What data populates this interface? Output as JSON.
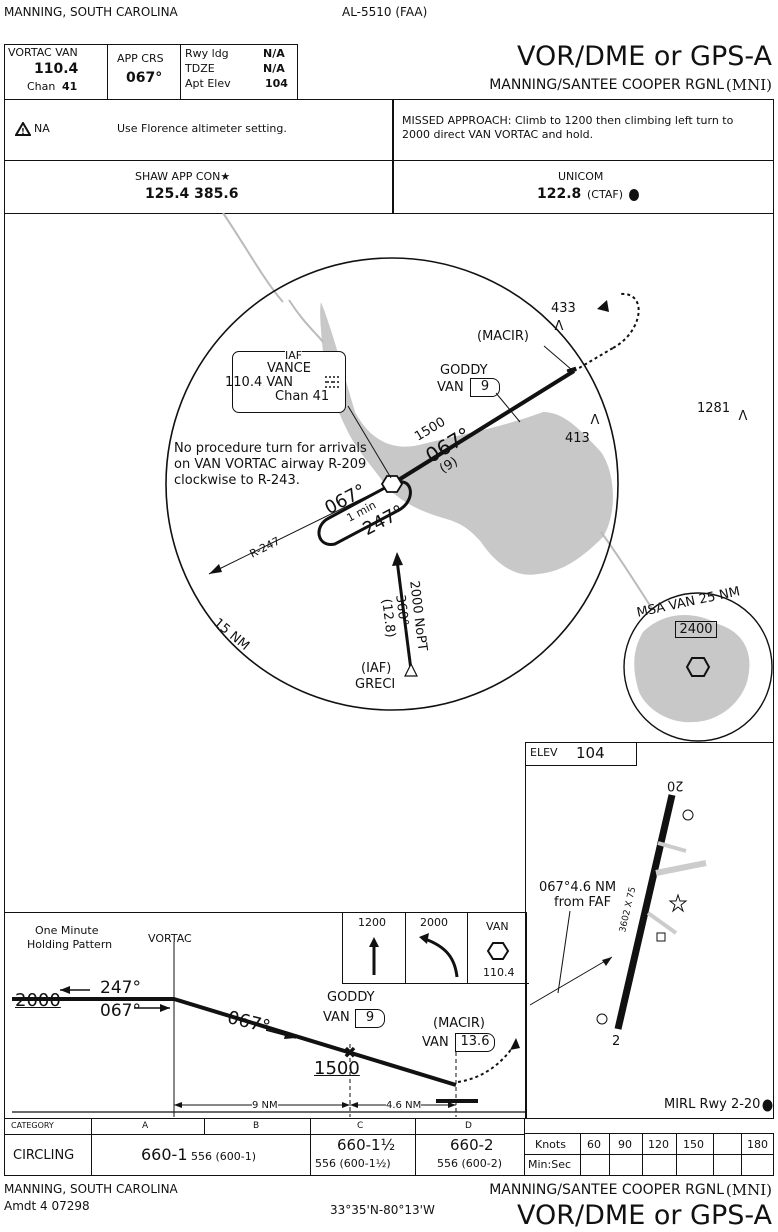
{
  "header": {
    "location": "MANNING, SOUTH CAROLINA",
    "chart_id": "AL-5510 (FAA)",
    "title": "VOR/DME or GPS-A",
    "airport": "MANNING/SANTEE COOPER RGNL",
    "airport_id": "(MNI)"
  },
  "briefing": {
    "navaid_label": "VORTAC  VAN",
    "navaid_freq": "110.4",
    "chan_label": "Chan",
    "chan_value": "41",
    "app_crs_label": "APP CRS",
    "app_crs_value": "067°",
    "rwy_ldg_label": "Rwy ldg",
    "rwy_ldg_value": "N/A",
    "tdze_label": "TDZE",
    "tdze_value": "N/A",
    "apt_elev_label": "Apt Elev",
    "apt_elev_value": "104",
    "na_note": "NA",
    "altimeter_note": "Use Florence altimeter setting.",
    "missed_approach": "MISSED APPROACH: Climb to 1200 then climbing left turn to 2000 direct VAN VORTAC and hold.",
    "app_con_label": "SHAW APP CON★",
    "app_con_freqs": "125.4  385.6",
    "unicom_label": "UNICOM",
    "unicom_freq": "122.8",
    "unicom_ctaf": "(CTAF)"
  },
  "plan_view": {
    "iaf_box": [
      "IAF",
      "VANCE",
      "110.4 VAN",
      "Chan 41"
    ],
    "no_pt_note": [
      "No procedure turn for arrivals",
      "on VAN VORTAC airway R-209",
      "clockwise to R-243."
    ],
    "macir": "(MACIR)",
    "goddy": "GODDY",
    "goddy_van": "VAN",
    "goddy_dme": "9",
    "alt_1500": "1500",
    "crs_067": "067°",
    "dist_9": "(9)",
    "obst_433": "433",
    "obst_413": "413",
    "obst_1281": "1281",
    "hold_067": "067°",
    "hold_1min": "1 min",
    "hold_247": "247°",
    "radial_247": "R-247",
    "ring_15nm": "15 NM",
    "greci_route": [
      "2000 NoPT",
      "360°",
      "(12.8)"
    ],
    "greci_iaf": "(IAF)",
    "greci": "GRECI",
    "msa_label": "MSA VAN 25 NM",
    "msa_alt": "2400"
  },
  "airport_diagram": {
    "elev_label": "ELEV",
    "elev_value": "104",
    "rwy_20": "20",
    "rwy_2": "2",
    "rwy_dims": "3602 X 75",
    "faf_note": [
      "067°4.6 NM",
      "from FAF"
    ],
    "lighting": "MIRL Rwy 2-20"
  },
  "profile": {
    "holding_label": [
      "One Minute",
      "Holding Pattern"
    ],
    "vortac": "VORTAC",
    "alt_2000": "2000",
    "crs_247": "247°",
    "crs_067a": "067°",
    "crs_067b": "067°",
    "goddy": "GODDY",
    "goddy_van": "VAN",
    "goddy_dme": "9",
    "macir": "(MACIR)",
    "macir_van": "VAN",
    "macir_dme": "13.6",
    "alt_1500": "1500",
    "dist_9": "9 NM",
    "dist_46": "4.6 NM",
    "ma_climb": "1200",
    "ma_alt": "2000",
    "ma_fix": "VAN",
    "ma_freq": "110.4"
  },
  "minimums": {
    "category_label": "CATEGORY",
    "cats": [
      "A",
      "B",
      "C",
      "D"
    ],
    "circling_label": "CIRCLING",
    "ab_mda": "660-1",
    "ab_hat": "556 (600-1)",
    "c_mda": "660-1½",
    "c_hat": "556 (600-1½)",
    "d_mda": "660-2",
    "d_hat": "556 (600-2)"
  },
  "timing": {
    "knots_label": "Knots",
    "knots": [
      "60",
      "90",
      "120",
      "150",
      "180"
    ],
    "minsec_label": "Min:Sec"
  },
  "footer": {
    "location": "MANNING, SOUTH CAROLINA",
    "amdt": "Amdt 4  07298",
    "coords": "33°35'N-80°13'W",
    "airport": "MANNING/SANTEE COOPER RGNL",
    "airport_id": "(MNI)",
    "title": "VOR/DME or GPS-A"
  }
}
